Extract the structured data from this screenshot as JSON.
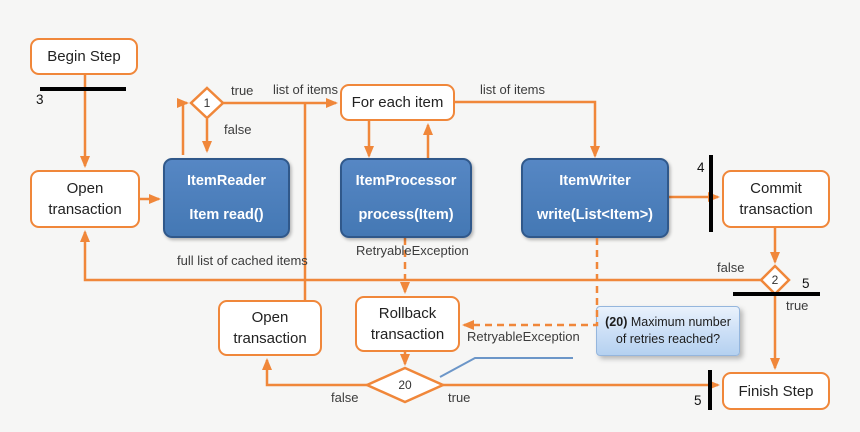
{
  "colors": {
    "orange": "#f0873a",
    "blue_fill": "#4a7ebc",
    "blue_border": "#30588a",
    "note_background": "#c3d9f4",
    "note_border": "#95b6dd",
    "callout_blue": "#6c96c8",
    "bar_black": "#000000"
  },
  "nodes": {
    "begin_step": "Begin Step",
    "open_tx_1_l1": "Open",
    "open_tx_1_l2": "transaction",
    "item_reader_l1": "ItemReader",
    "item_reader_l2": "Item read()",
    "for_each_item": "For each item",
    "item_processor_l1": "ItemProcessor",
    "item_processor_l2": "process(Item)",
    "item_writer_l1": "ItemWriter",
    "item_writer_l2": "write(List<Item>)",
    "commit_tx_l1": "Commit",
    "commit_tx_l2": "transaction",
    "open_tx_2_l1": "Open",
    "open_tx_2_l2": "transaction",
    "rollback_tx_l1": "Rollback",
    "rollback_tx_l2": "transaction",
    "finish_step": "Finish Step"
  },
  "decisions": {
    "d1": "1",
    "d2": "2",
    "d20": "20"
  },
  "bars": {
    "b3": "3",
    "b4": "4",
    "b5_right": "5",
    "b5_bottom": "5"
  },
  "edge_labels": {
    "d1_true": "true",
    "d1_false": "false",
    "list_of_items_left": "list of items",
    "list_of_items_right": "list of items",
    "full_list_cached": "full list of cached items",
    "retryable_processor": "RetryableException",
    "retryable_writer": "RetryableException",
    "d2_false": "false",
    "d2_true": "true",
    "d20_false": "false",
    "d20_true": "true"
  },
  "note": {
    "prefix": "(20)",
    "line1_rest": " Maximum number",
    "line2": "of retries reached?"
  }
}
